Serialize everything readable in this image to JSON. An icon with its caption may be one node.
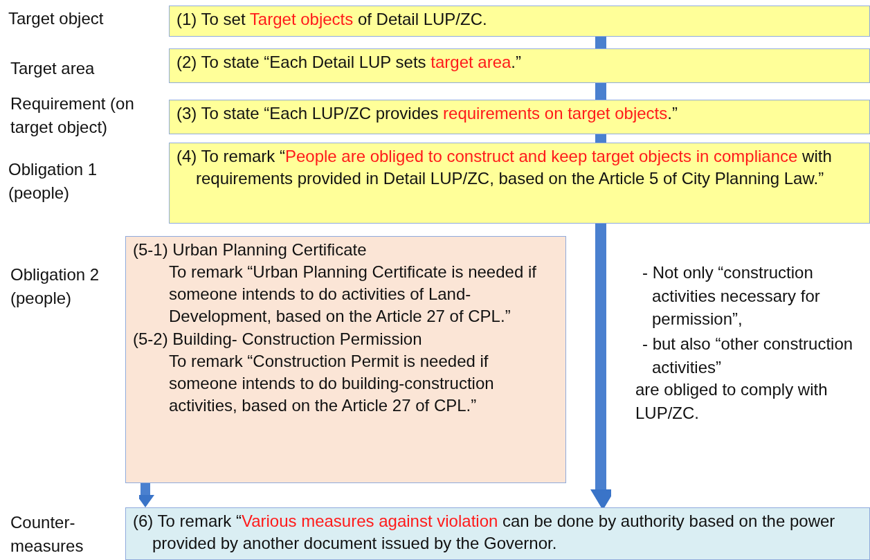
{
  "diagram": {
    "nodes": [
      {
        "text": [
          "(1)  To set *Target objects* of Detail LUP/ZC."
        ]
      },
      {
        "text": [
          "(2) To state “Each Detail LUP sets *target area*.”"
        ]
      },
      {
        "text": [
          "(3) To state “Each LUP/ZC provides *requirements on target objects*.”"
        ]
      },
      {
        "text": [
          "(4) To remark “*People are obliged to construct and keep target objects in compliance* with requirements  provided in Detail LUP/ZC, based on the Article 5 of City Planning Law.”"
        ]
      },
      {
        "text": [
          "(5-1) Urban Planning Certificate",
          "To remark “Urban Planning Certificate is needed if someone intends to do activities of Land-Development, based on the Article 27 of CPL.”",
          "(5-2) Building- Construction Permission",
          "To remark “Construction Permit is needed if someone intends to do building-construction activities, based on the Article 27 of CPL.”"
        ]
      },
      {
        "text": [
          "(6) To remark “*Various measures against violation* can be done by authority based on the power provided by another document issued by the Governor."
        ]
      }
    ],
    "edges": [
      {
        "from": 0,
        "to": 1,
        "arrow": "none"
      },
      {
        "from": 1,
        "to": 2,
        "arrow": "none"
      },
      {
        "from": 2,
        "to": 3,
        "arrow": "none"
      },
      {
        "from": 3,
        "to": 5,
        "arrow": "to"
      },
      {
        "from": 4,
        "to": 5,
        "arrow": "to"
      }
    ],
    "labels": [
      "Target object",
      "Target area",
      "Requirement (on target object)",
      "Obligation 1 (people)",
      "Obligation 2 (people)",
      "- Not only “construction activities necessary for permission”,",
      "- but also “other construction activities”",
      "are obliged to comply with LUP/ZC.",
      "Counter- measures"
    ]
  }
}
